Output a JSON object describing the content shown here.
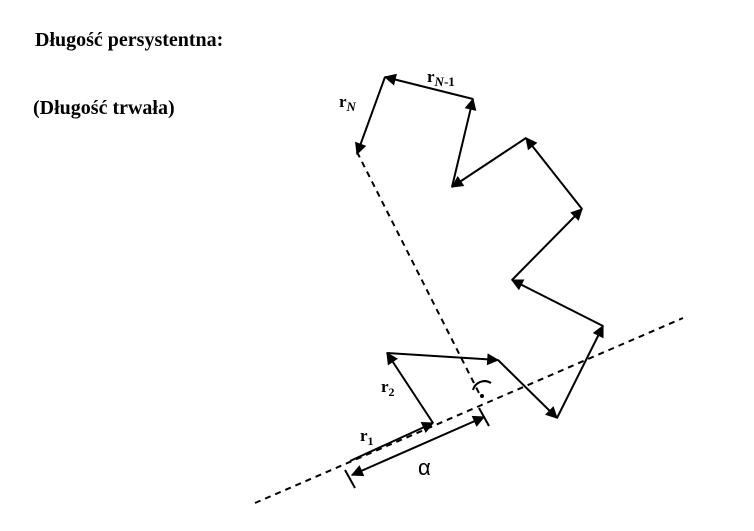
{
  "title": "Długość persystentna:",
  "subtitle": "(Długość trwała)",
  "labels": {
    "r1_main": "r",
    "r1_sub": "1",
    "r2_main": "r",
    "r2_sub": "2",
    "rN_main": "r",
    "rN_sub": "N",
    "rN1_main": "r",
    "rN1_sub_italic": "N",
    "rN1_sub_rest": "-1",
    "alpha": "α"
  },
  "colors": {
    "ink": "#000000",
    "background": "#ffffff"
  }
}
